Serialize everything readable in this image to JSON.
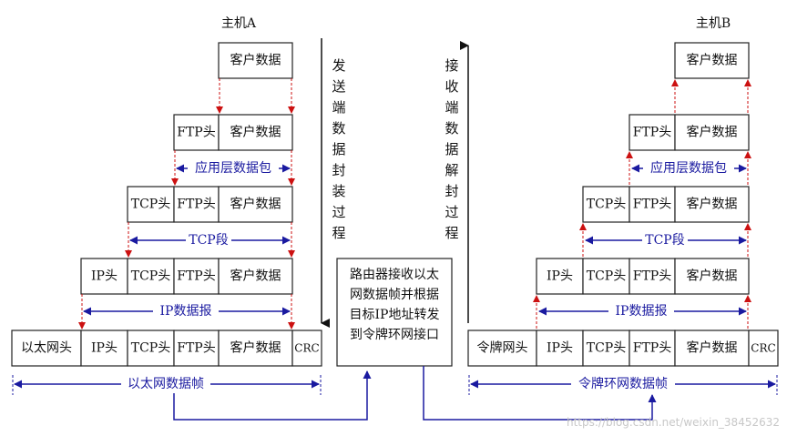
{
  "hosts": {
    "a": "主机A",
    "b": "主机B"
  },
  "cells": {
    "client_data": "客户数据",
    "ftp_header": "FTP头",
    "tcp_header": "TCP头",
    "ip_header": "IP头",
    "eth_header": "以太网头",
    "token_header": "令牌网头",
    "crc": "CRC"
  },
  "spans": {
    "app_packet": "应用层数据包",
    "tcp_segment": "TCP段",
    "ip_datagram": "IP数据报",
    "eth_frame": "以太网数据帧",
    "token_frame": "令牌环网数据帧"
  },
  "process": {
    "send": [
      "发",
      "送",
      "端",
      "数",
      "据",
      "封",
      "装",
      "过",
      "程"
    ],
    "receive": [
      "接",
      "收",
      "端",
      "数",
      "据",
      "解",
      "封",
      "过",
      "程"
    ]
  },
  "router": {
    "lines": [
      "路由器接收以太",
      "网数据帧并根据",
      "目标IP地址转发",
      "到令牌环网接口"
    ]
  },
  "watermark": "https://blog.csdn.net/weixin_38452632",
  "colors": {
    "red_arrow": "#cc1111",
    "blue_arrow": "#1a1aa0",
    "box_stroke": "#222222"
  }
}
